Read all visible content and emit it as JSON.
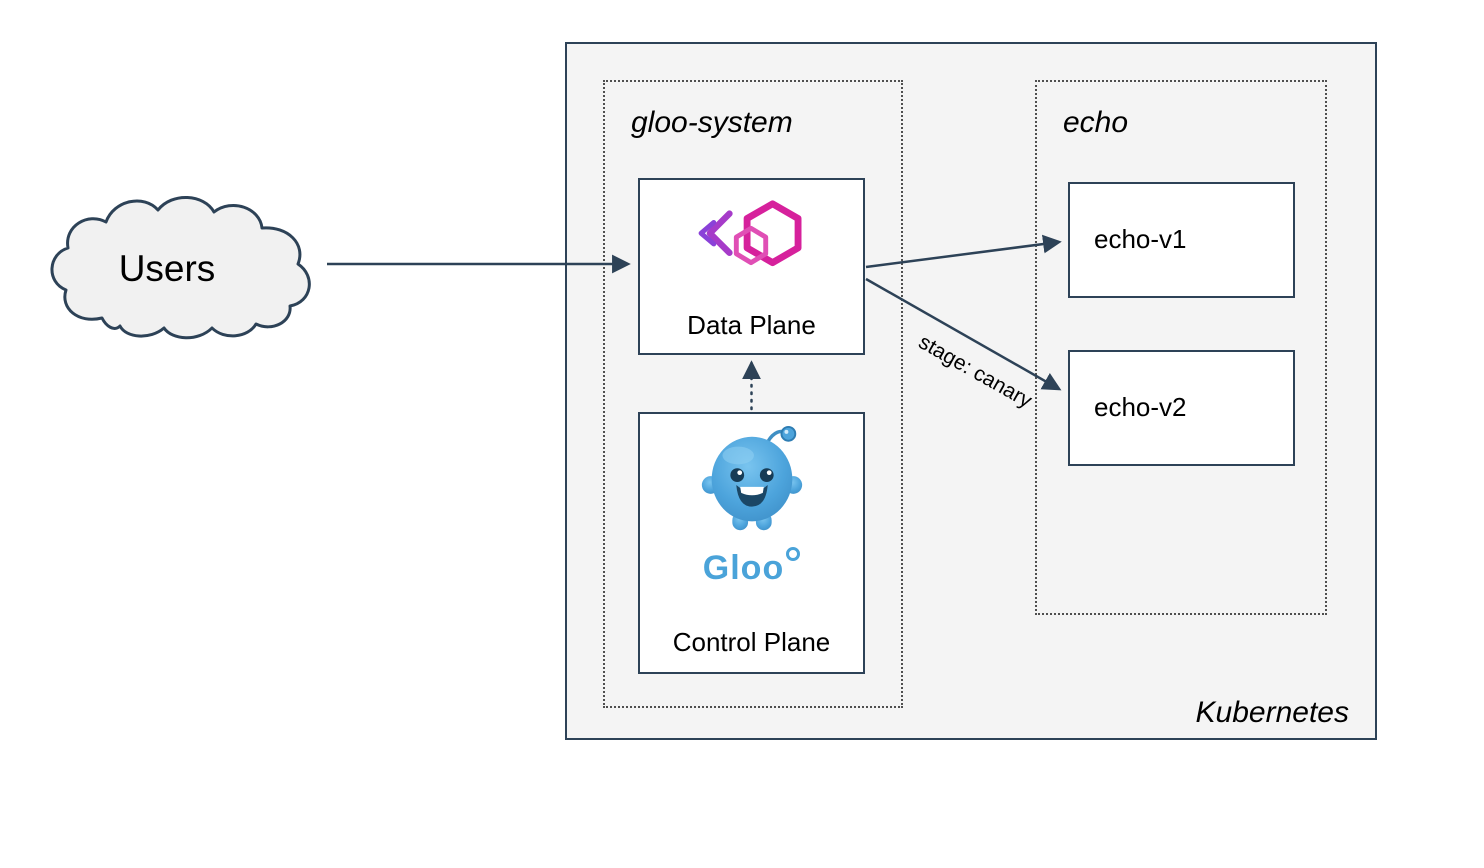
{
  "diagram": {
    "users": {
      "label": "Users"
    },
    "kubernetes": {
      "label": "Kubernetes"
    },
    "namespaces": {
      "gloo_system": {
        "label": "gloo-system"
      },
      "echo": {
        "label": "echo"
      }
    },
    "nodes": {
      "data_plane": {
        "label": "Data Plane"
      },
      "control_plane": {
        "label": "Control Plane",
        "logo": "Gloo"
      },
      "echo_v1": {
        "label": "echo-v1"
      },
      "echo_v2": {
        "label": "echo-v2"
      }
    },
    "edges": {
      "users_to_data_plane": {
        "label": ""
      },
      "data_plane_to_echo_v1": {
        "label": ""
      },
      "data_plane_to_echo_v2": {
        "label": "stage: canary"
      },
      "control_plane_to_data_plane": {
        "label": ""
      }
    },
    "colors": {
      "stroke": "#2d4257",
      "kubernetes_fill": "#f4f4f4",
      "node_fill": "#ffffff",
      "gloo_magenta": "#d6219c",
      "gloo_purple": "#9a3ad0",
      "gloo_blue": "#4aa3d9"
    }
  }
}
